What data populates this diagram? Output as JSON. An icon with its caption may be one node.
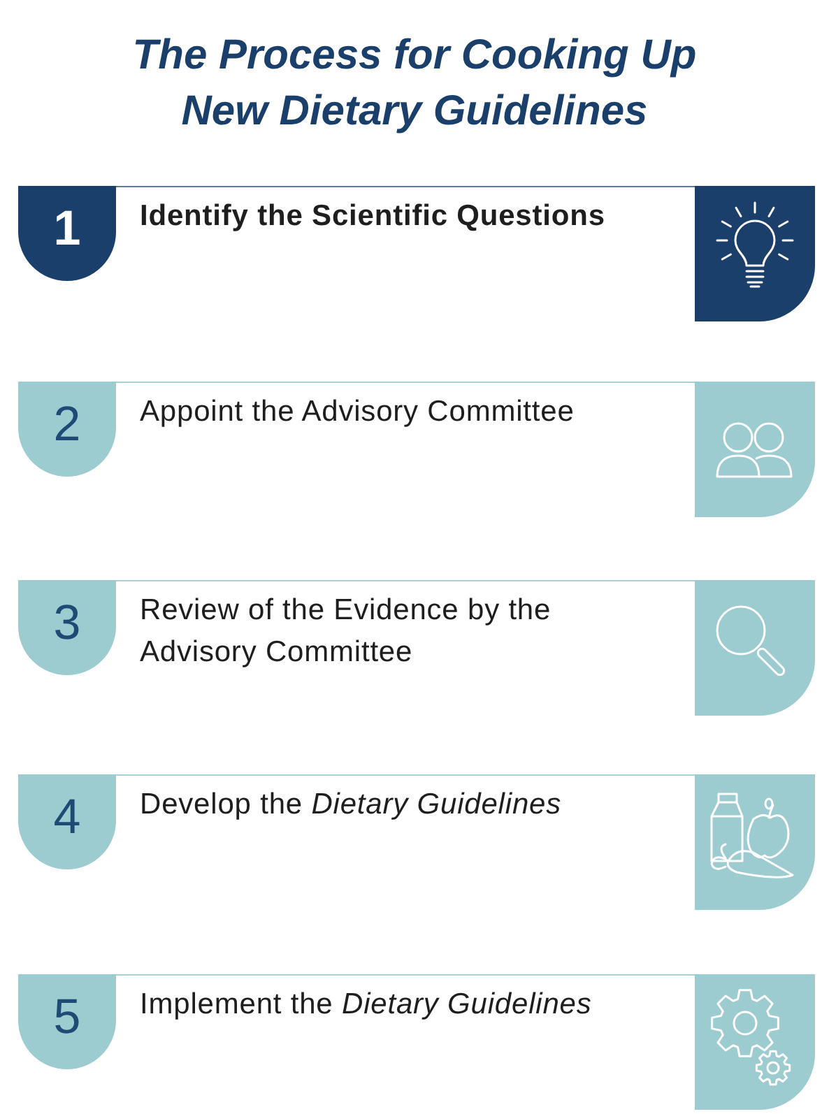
{
  "diagram": {
    "title": "The Process for Cooking Up New Dietary Guidelines",
    "nodes": [
      {
        "text": [
          "1",
          "Identify the Scientific Questions"
        ]
      },
      {
        "text": [
          "2",
          "Appoint the Advisory Committee"
        ]
      },
      {
        "text": [
          "3",
          "Review of the Evidence by the Advisory Committee"
        ]
      },
      {
        "text": [
          "4",
          "Develop the *Dietary Guidelines*"
        ]
      },
      {
        "text": [
          "5",
          "Implement the *Dietary Guidelines*"
        ]
      }
    ]
  }
}
